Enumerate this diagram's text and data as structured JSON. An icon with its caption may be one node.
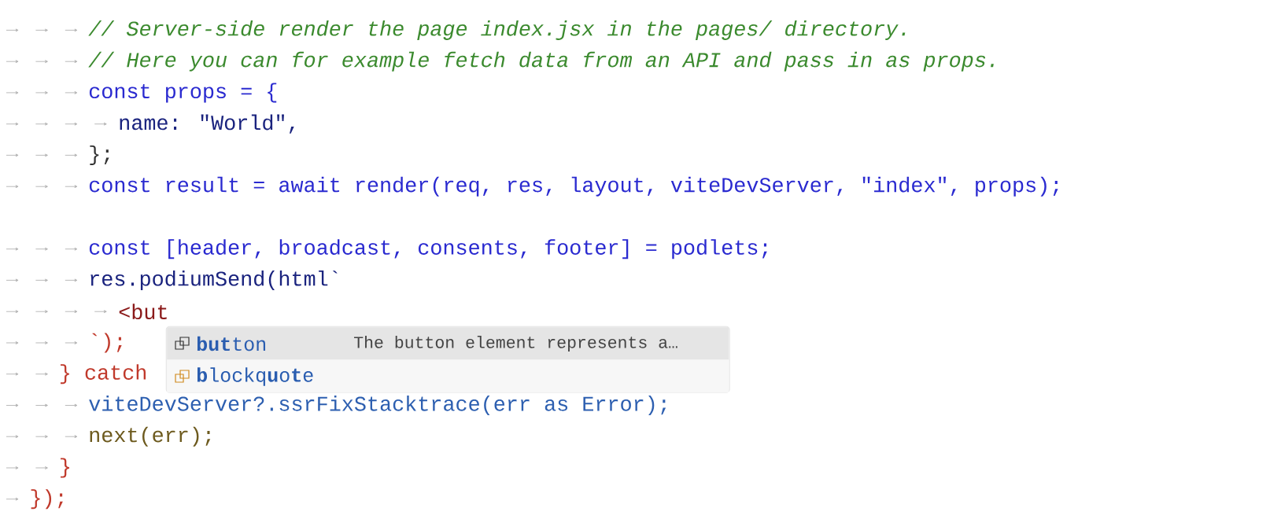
{
  "diagram": {
    "nodes": [
      {
        "text": [],
        "shape": "box"
      },
      {
        "text": [
          "**but**ton",
          "The button element represents a…"
        ],
        "in": 0
      },
      {
        "text": [
          "**b**lockq**u**o**t**e"
        ],
        "in": 0
      }
    ],
    "labels": [
      "// Server-side render the page index.jsx in the pages/ directory.",
      "// Here you can for example fetch data from an API and pass in as props.",
      "const props = {",
      "name: \"World\",",
      "};",
      "const result = await render(req, res, layout, viteDevServer, \"index\", props);",
      "const [header, broadcast, consents, footer] = podlets;",
      "res.podiumSend(html`",
      "<but",
      "`);",
      "} catch",
      "viteDevServer?.ssrFixStacktrace(err as Error);",
      "next(err);",
      "}",
      "});"
    ]
  }
}
